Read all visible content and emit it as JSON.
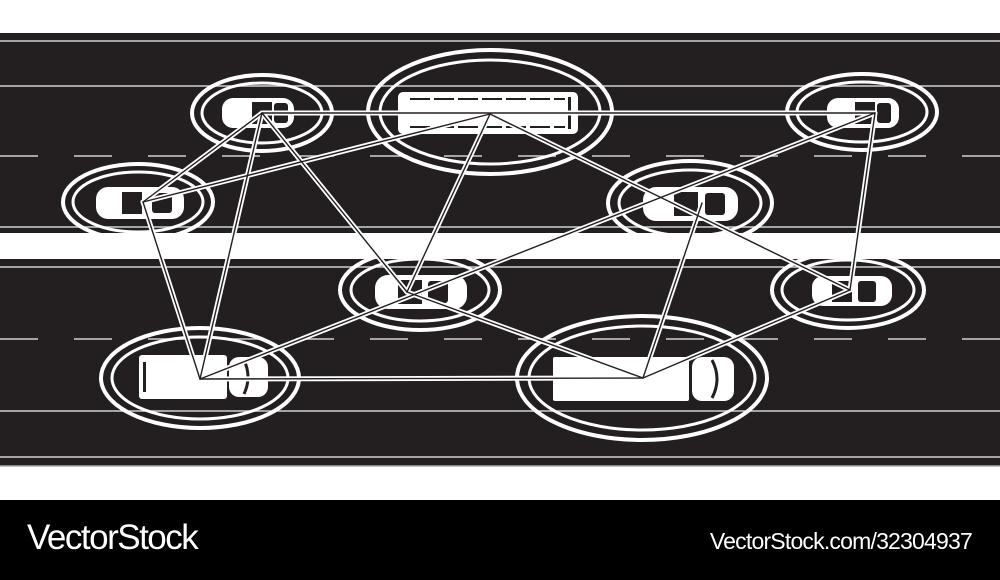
{
  "colors": {
    "asphalt": "#231f20",
    "marking": "#ffffff",
    "edge_line": "#bfbfbf",
    "footer_bg": "#000000",
    "page_bg": "#ffffff"
  },
  "footer": {
    "brand": "VectorStock",
    "image_ref": "VectorStock.com/32304937"
  },
  "illustration": {
    "subject": "connected vehicles network on highway (V2V)",
    "vehicles": [
      {
        "id": "A",
        "type": "car",
        "node": [
          262,
          113
        ]
      },
      {
        "id": "B",
        "type": "bus",
        "node": [
          490,
          114
        ]
      },
      {
        "id": "C",
        "type": "car",
        "node": [
          875,
          113
        ]
      },
      {
        "id": "D",
        "type": "car",
        "node": [
          143,
          202
        ]
      },
      {
        "id": "E",
        "type": "car",
        "node": [
          702,
          203
        ]
      },
      {
        "id": "F",
        "type": "car",
        "node": [
          407,
          292
        ]
      },
      {
        "id": "G",
        "type": "car",
        "node": [
          850,
          290
        ]
      },
      {
        "id": "H",
        "type": "truck",
        "node": [
          200,
          379
        ]
      },
      {
        "id": "I",
        "type": "truck",
        "node": [
          643,
          378
        ]
      }
    ],
    "connections": [
      [
        "A",
        "B"
      ],
      [
        "B",
        "C"
      ],
      [
        "A",
        "D"
      ],
      [
        "A",
        "H"
      ],
      [
        "A",
        "F"
      ],
      [
        "D",
        "B"
      ],
      [
        "D",
        "H"
      ],
      [
        "B",
        "F"
      ],
      [
        "B",
        "G"
      ],
      [
        "C",
        "G"
      ],
      [
        "C",
        "H"
      ],
      [
        "E",
        "I"
      ],
      [
        "F",
        "I"
      ],
      [
        "G",
        "I"
      ],
      [
        "H",
        "I"
      ],
      [
        "E",
        "F"
      ]
    ]
  }
}
